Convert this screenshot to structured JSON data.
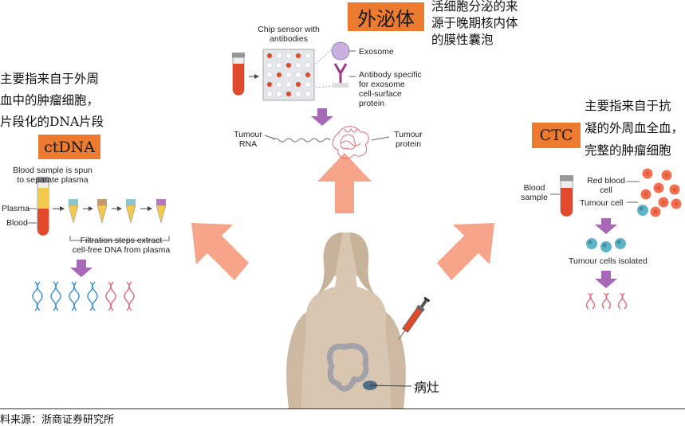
{
  "exosome": {
    "badge": "外泌体",
    "desc_lines": [
      "活细胞分泌的来",
      "源于晚期核内体",
      "的膜性囊泡"
    ],
    "chip_label_lines": [
      "Chip sensor with",
      "antibodies"
    ],
    "exosome_label": "Exosome",
    "antibody_label_lines": [
      "Antibody specific",
      "for exosome",
      "cell-surface",
      "protein"
    ],
    "rna_label_lines": [
      "Tumour",
      "RNA"
    ],
    "protein_label_lines": [
      "Tumour",
      "protein"
    ]
  },
  "ctdna": {
    "badge": "ctDNA",
    "desc_lines": [
      "主要指来自于外周",
      "血中的肿瘤细胞，",
      "片段化的DNA片段"
    ],
    "spin_label_lines": [
      "Blood sample is spun",
      "to separate plasma"
    ],
    "plasma_label": "Plasma",
    "blood_label": "Blood",
    "filtration_label_lines": [
      "Filtration steps extract",
      "cell-free DNA from plasma"
    ]
  },
  "ctc": {
    "badge": "CTC",
    "desc_lines": [
      "主要指来自于抗",
      "凝的外周血全血，",
      "完整的肿瘤细胞"
    ],
    "blood_sample_lines": [
      "Blood",
      "sample"
    ],
    "rbc_label_lines": [
      "Red blood",
      "cell"
    ],
    "tumour_cell_label": "Tumour cell",
    "isolated_label": "Tumour cells isolated"
  },
  "lesion_label": "病灶",
  "source_text": "料来源：浙商证券研究所",
  "colors": {
    "badge": "#ec7a2f",
    "big_arrow": "#f7a58a",
    "small_arrow": "#a768b5",
    "blood_red": "#e24a2c",
    "rbc": "#f0704f",
    "tumour_cell": "#5fb3c6",
    "dna_blue": "#3a8fd0",
    "dna_pink": "#e36b7a",
    "body": "#d9c6b0"
  }
}
